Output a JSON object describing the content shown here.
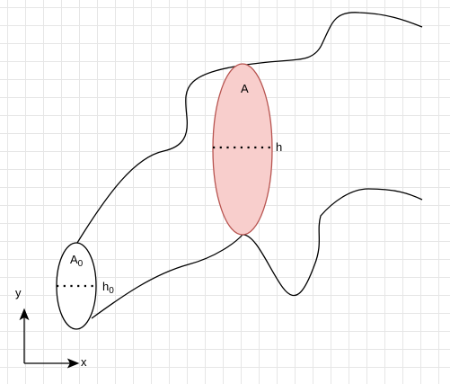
{
  "labels": {
    "area_small": "A",
    "area_small_sub": "0",
    "height_small": "h",
    "height_small_sub": "0",
    "area_large": "A",
    "height_large": "h",
    "axis_y": "y",
    "axis_x": "x"
  },
  "colors": {
    "stroke": "#000000",
    "highlight_fill": "#f8cecc",
    "highlight_stroke": "#b85450",
    "grid": "#e6e6e6"
  }
}
